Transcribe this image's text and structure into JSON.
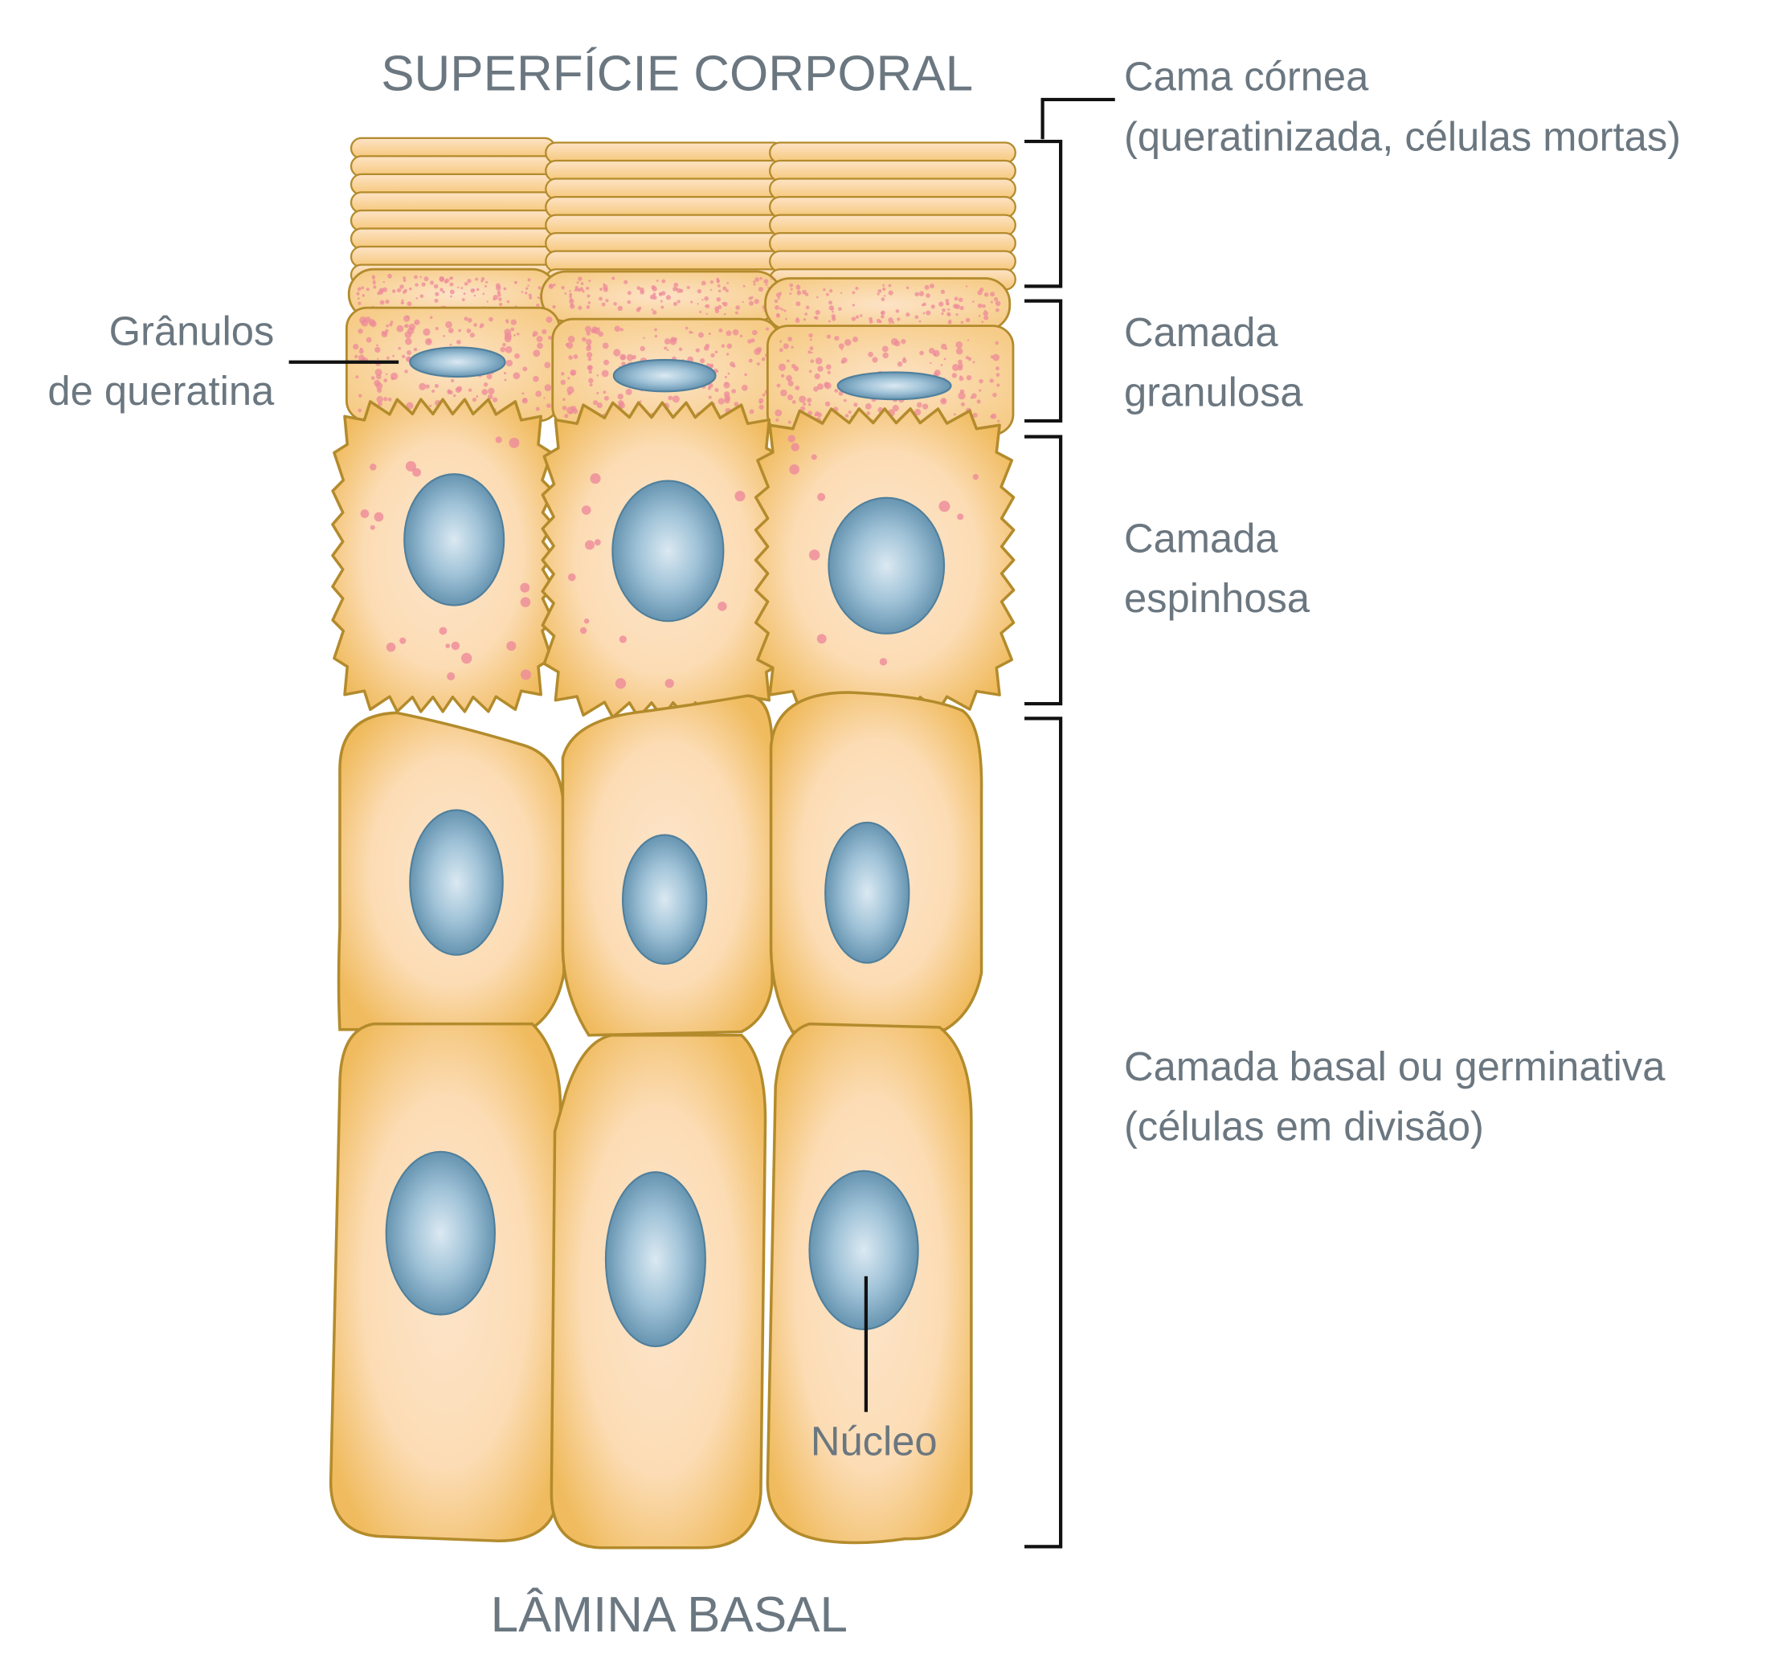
{
  "title_top": "SUPERFÍCIE CORPORAL",
  "title_bottom": "LÂMINA BASAL",
  "layers": {
    "cornea": [
      "Cama córnea",
      "(queratinizada, células mortas)"
    ],
    "granulosa": [
      "Camada",
      "granulosa"
    ],
    "espinhosa": [
      "Camada",
      "espinhosa"
    ],
    "basal": [
      "Camada basal ou germinativa",
      "(células em divisão)"
    ]
  },
  "callouts": {
    "granules": [
      "Grânulos",
      "de queratina"
    ],
    "nucleus": "Núcleo"
  },
  "colors": {
    "cell": "#f3c06a",
    "cell_light": "#fde3c6",
    "nucleus": "#5a8aa8",
    "granule": "#ee8a9a",
    "text": "#6b7780"
  }
}
